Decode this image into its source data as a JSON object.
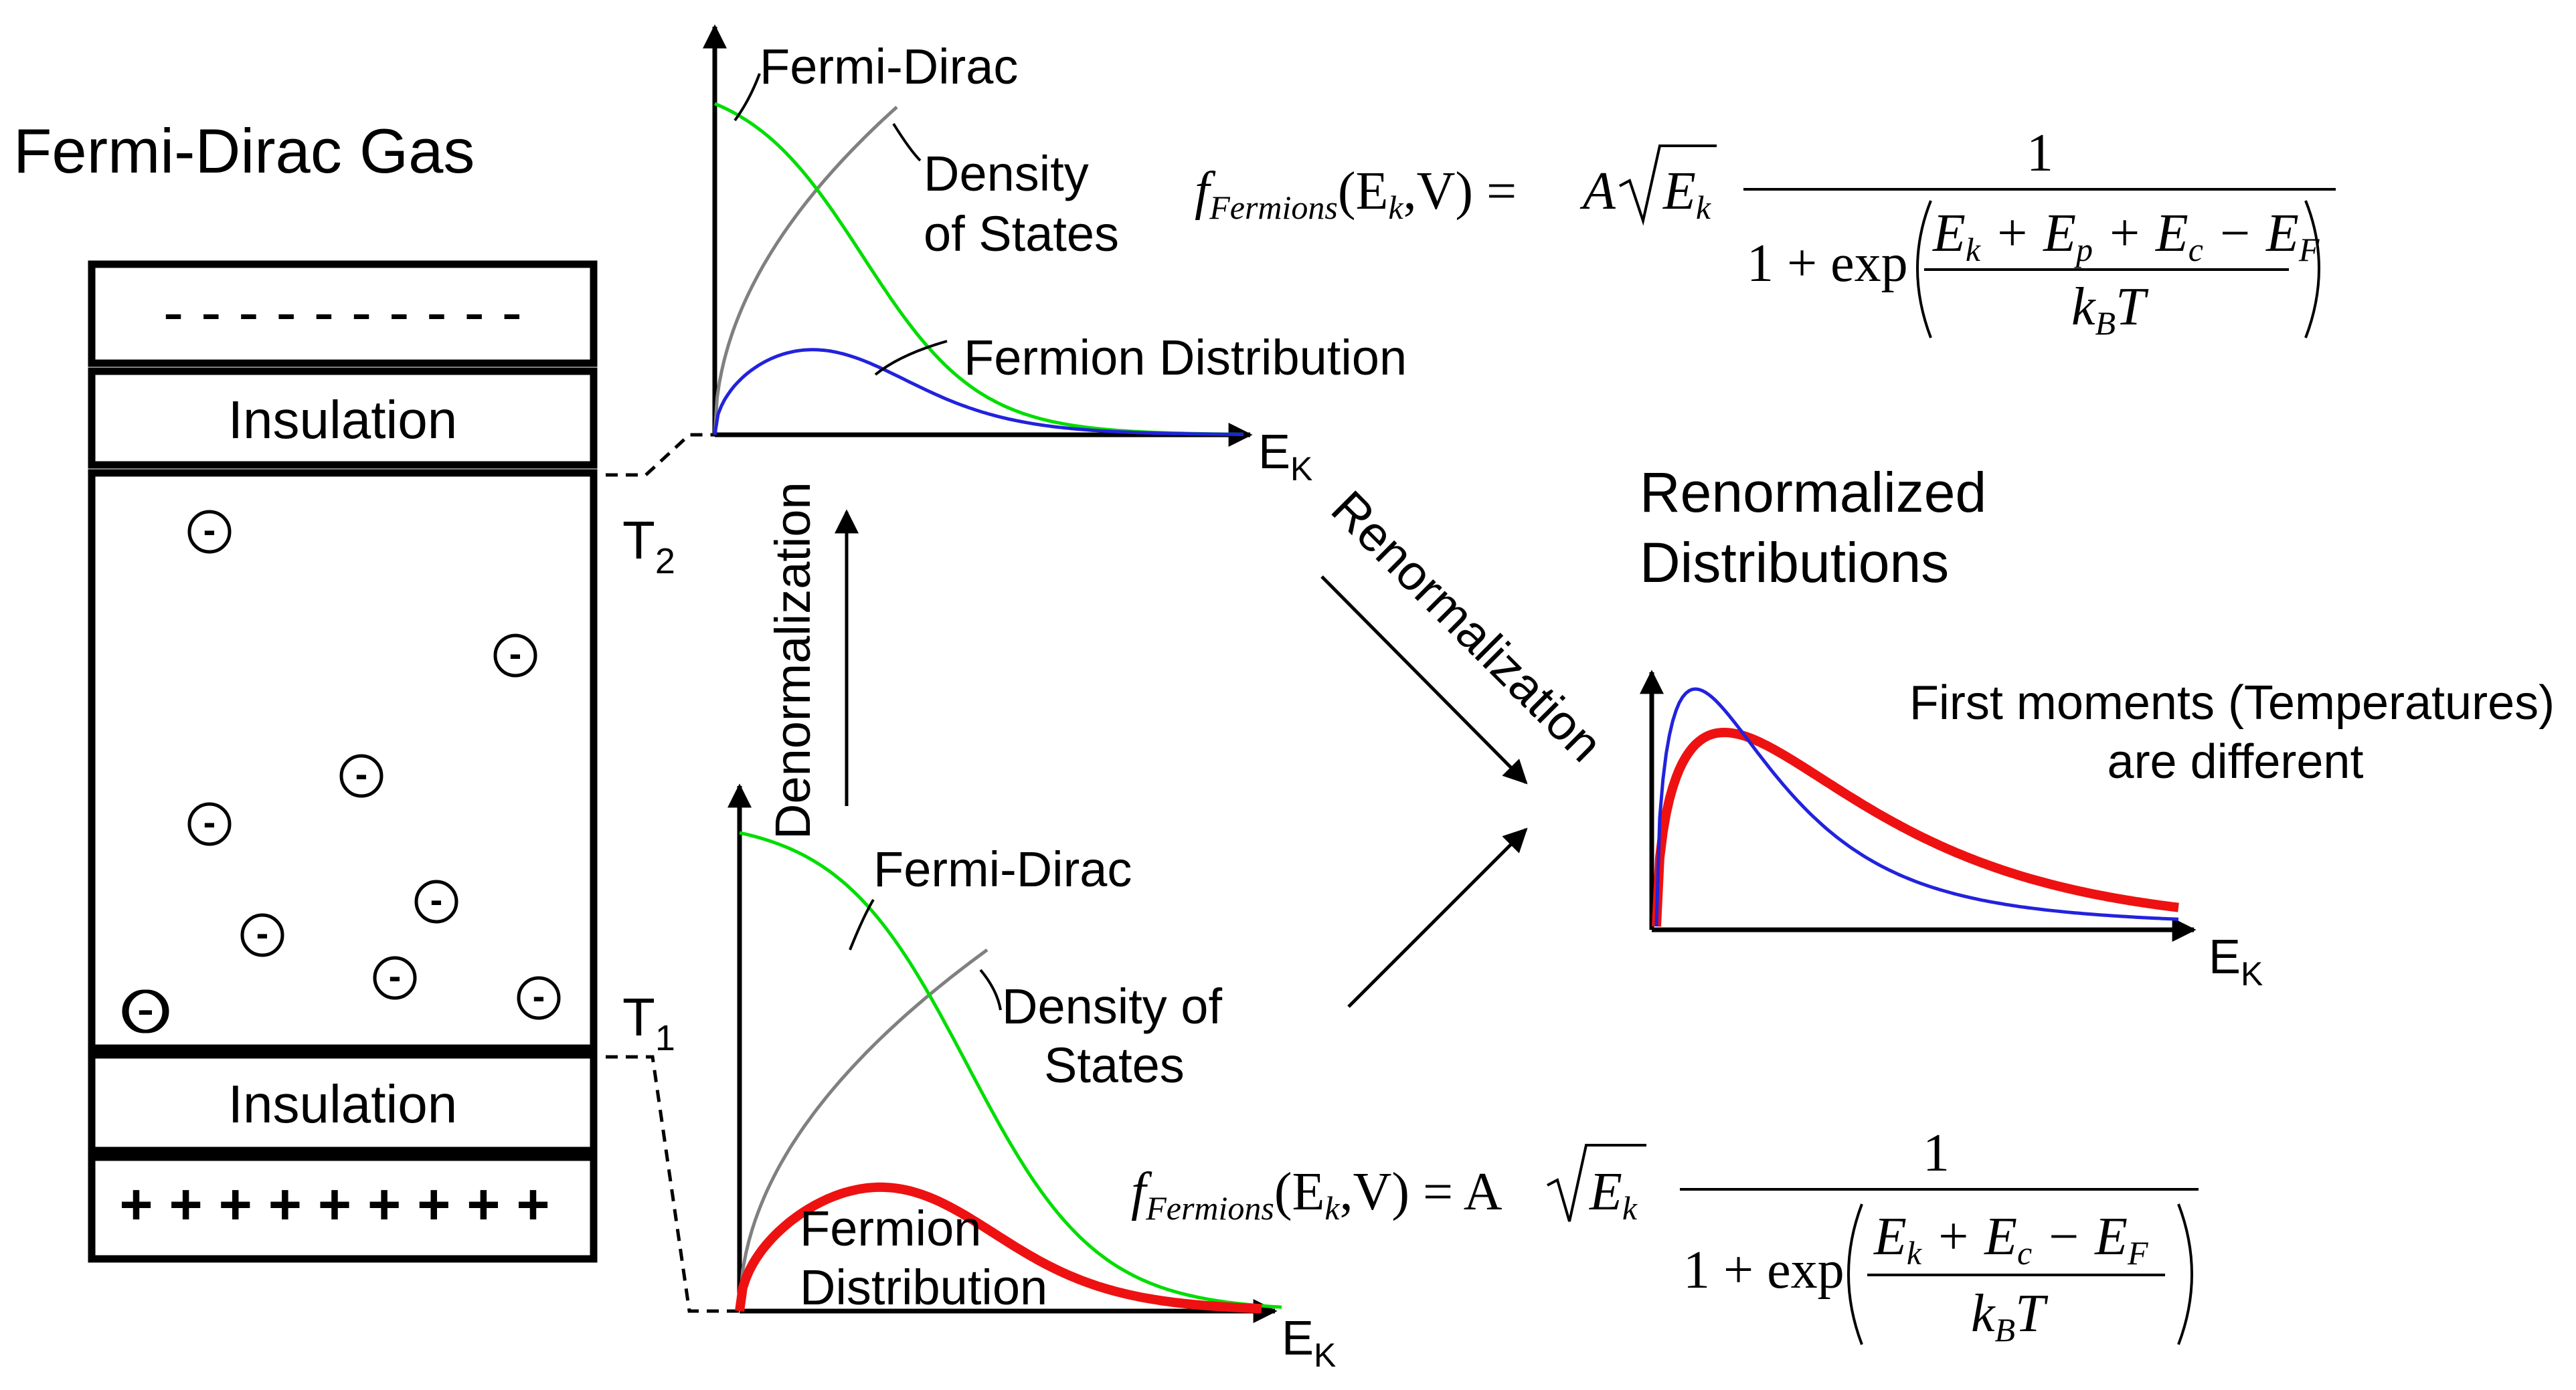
{
  "gas_title": "Fermi-Dirac Gas",
  "box": {
    "top_charges": "- - - - - - - - - -",
    "bottom_charges": "+ + + + + + + + +",
    "insulation_top": "Insulation",
    "insulation_bottom": "Insulation",
    "electron_symbol": "-",
    "electron_count": 10
  },
  "labels": {
    "t2": "T",
    "t2_sub": "2",
    "t1": "T",
    "t1_sub": "1",
    "denormalization": "Denormalization",
    "renormalization": "Renormalization",
    "renormalized_title_line1": "Renormalized",
    "renormalized_title_line2": "Distributions",
    "first_moments_line1": "First moments (Temperatures)",
    "first_moments_line2": "are different"
  },
  "top_plot": {
    "fermi_dirac_label": "Fermi-Dirac",
    "dos_label_line1": "Density",
    "dos_label_line2": "of States",
    "fermion_label": "Fermion Distribution",
    "axis_label": "E",
    "axis_sub": "K"
  },
  "bottom_plot": {
    "fermi_dirac_label": "Fermi-Dirac",
    "dos_label_line1": "Density of",
    "dos_label_line2": "States",
    "fermion_label_line1": "Fermion",
    "fermion_label_line2": "Distribution",
    "axis_label": "E",
    "axis_sub": "K"
  },
  "right_plot": {
    "axis_label": "E",
    "axis_sub": "K"
  },
  "colors": {
    "fermi_dirac": "#00dd00",
    "density_of_states": "#808080",
    "fermion_t2": "#2222dd",
    "fermion_t1": "#ee1111",
    "outline": "#000000"
  },
  "formula_top": {
    "lhs_f": "f",
    "lhs_sub": "Fermions",
    "lhs_args": "(E",
    "lhs_k": "k",
    "lhs_rest": ",V) =",
    "coef": "A",
    "sqrt_e": "E",
    "sqrt_k": "k",
    "numerator": "1",
    "denom_prefix": "1 + exp",
    "inner_num": "E",
    "inner_num_k": "k",
    "inner_num_p1": " + E",
    "inner_num_p": "p",
    "inner_num_c1": " + E",
    "inner_num_c": "c",
    "inner_num_f1": " − E",
    "inner_num_f": "F",
    "inner_den": "k",
    "inner_den_b": "B",
    "inner_den_t": "T"
  },
  "formula_bottom": {
    "lhs_f": "f",
    "lhs_sub": "Fermions",
    "lhs_args": "(E",
    "lhs_k": "k",
    "lhs_rest": ",V) = A",
    "sqrt_e": "E",
    "sqrt_k": "k",
    "numerator": "1",
    "denom_prefix": "1 + exp",
    "inner_num": "E",
    "inner_num_k": "k",
    "inner_num_c1": " + E",
    "inner_num_c": "c",
    "inner_num_f1": " − E",
    "inner_num_f": "F",
    "inner_den": "k",
    "inner_den_b": "B",
    "inner_den_t": "T"
  }
}
